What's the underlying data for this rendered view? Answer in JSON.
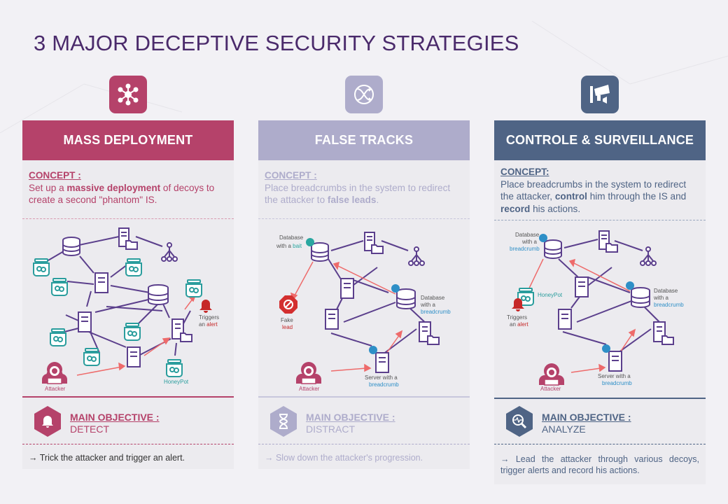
{
  "title": "3 MAJOR DECEPTIVE SECURITY STRATEGIES",
  "colors": {
    "red": "#b5426a",
    "lilac": "#aeaccb",
    "navy": "#4f6485",
    "teal": "#2a9d9d",
    "line": "#5b3f8c",
    "arrow": "#ee6b6b"
  },
  "columns": [
    {
      "header": "MASS DEPLOYMENT",
      "icon": "network-hub-icon",
      "concept_label": "CONCEPT :",
      "concept_pre": "Set up a ",
      "concept_bold1": "massive deployment",
      "concept_mid": " of decoys to create a second \"phantom\" IS.",
      "diagram": {
        "attacker": "Attacker",
        "honeypot": "HoneyPot",
        "triggers": "Triggers",
        "an": "an",
        "alert": "alert"
      },
      "objective_label": "MAIN OBJECTIVE :",
      "objective_value": "DETECT",
      "objective_icon": "bell-icon",
      "note": "→ Trick the attacker and trigger an alert."
    },
    {
      "header": "FALSE TRACKS",
      "icon": "crossing-arrows-icon",
      "concept_label": "CONCEPT :",
      "concept_pre": "Place breadcrumbs in the system to redirect the attacker to ",
      "concept_bold1": "false leads",
      "concept_mid": ".",
      "diagram": {
        "db_bait_1": "Database",
        "db_bait_2": "with a",
        "db_bait_3": "bait",
        "fake": "Fake",
        "lead": "lead",
        "db_bc_1": "Database",
        "db_bc_2": "with a",
        "db_bc_3": "breadcrumb",
        "attacker": "Attacker",
        "srv_1": "Server with a",
        "srv_2": "breadcrumb"
      },
      "objective_label": "MAIN OBJECTIVE :",
      "objective_value": "DISTRACT",
      "objective_icon": "hourglass-icon",
      "note": "→  Slow down the attacker's progression."
    },
    {
      "header": "CONTROLE & SURVEILLANCE",
      "icon": "surveillance-camera-icon",
      "concept_label": "CONCEPT:",
      "concept_pre": "Place breadcrumbs in the system to redirect the attacker, ",
      "concept_bold1": "control",
      "concept_mid": " him through the IS and ",
      "concept_bold2": "record",
      "concept_post": " his actions.",
      "diagram": {
        "db_bc_a1": "Database",
        "db_bc_a2": "with a",
        "db_bc_a3": "breadcrumb",
        "honeypot": "HoneyPot",
        "triggers": "Triggers",
        "an": "an",
        "alert": "alert",
        "db_bc_b1": "Database",
        "db_bc_b2": "with a",
        "db_bc_b3": "breadcrumb",
        "attacker": "Attacker",
        "srv_1": "Server with a",
        "srv_2": "breadcrumb"
      },
      "objective_label": "MAIN OBJECTIVE :",
      "objective_value": "ANALYZE",
      "objective_icon": "magnifier-pulse-icon",
      "note": "→ Lead the attacker through various decoys, trigger alerts and record his actions."
    }
  ]
}
